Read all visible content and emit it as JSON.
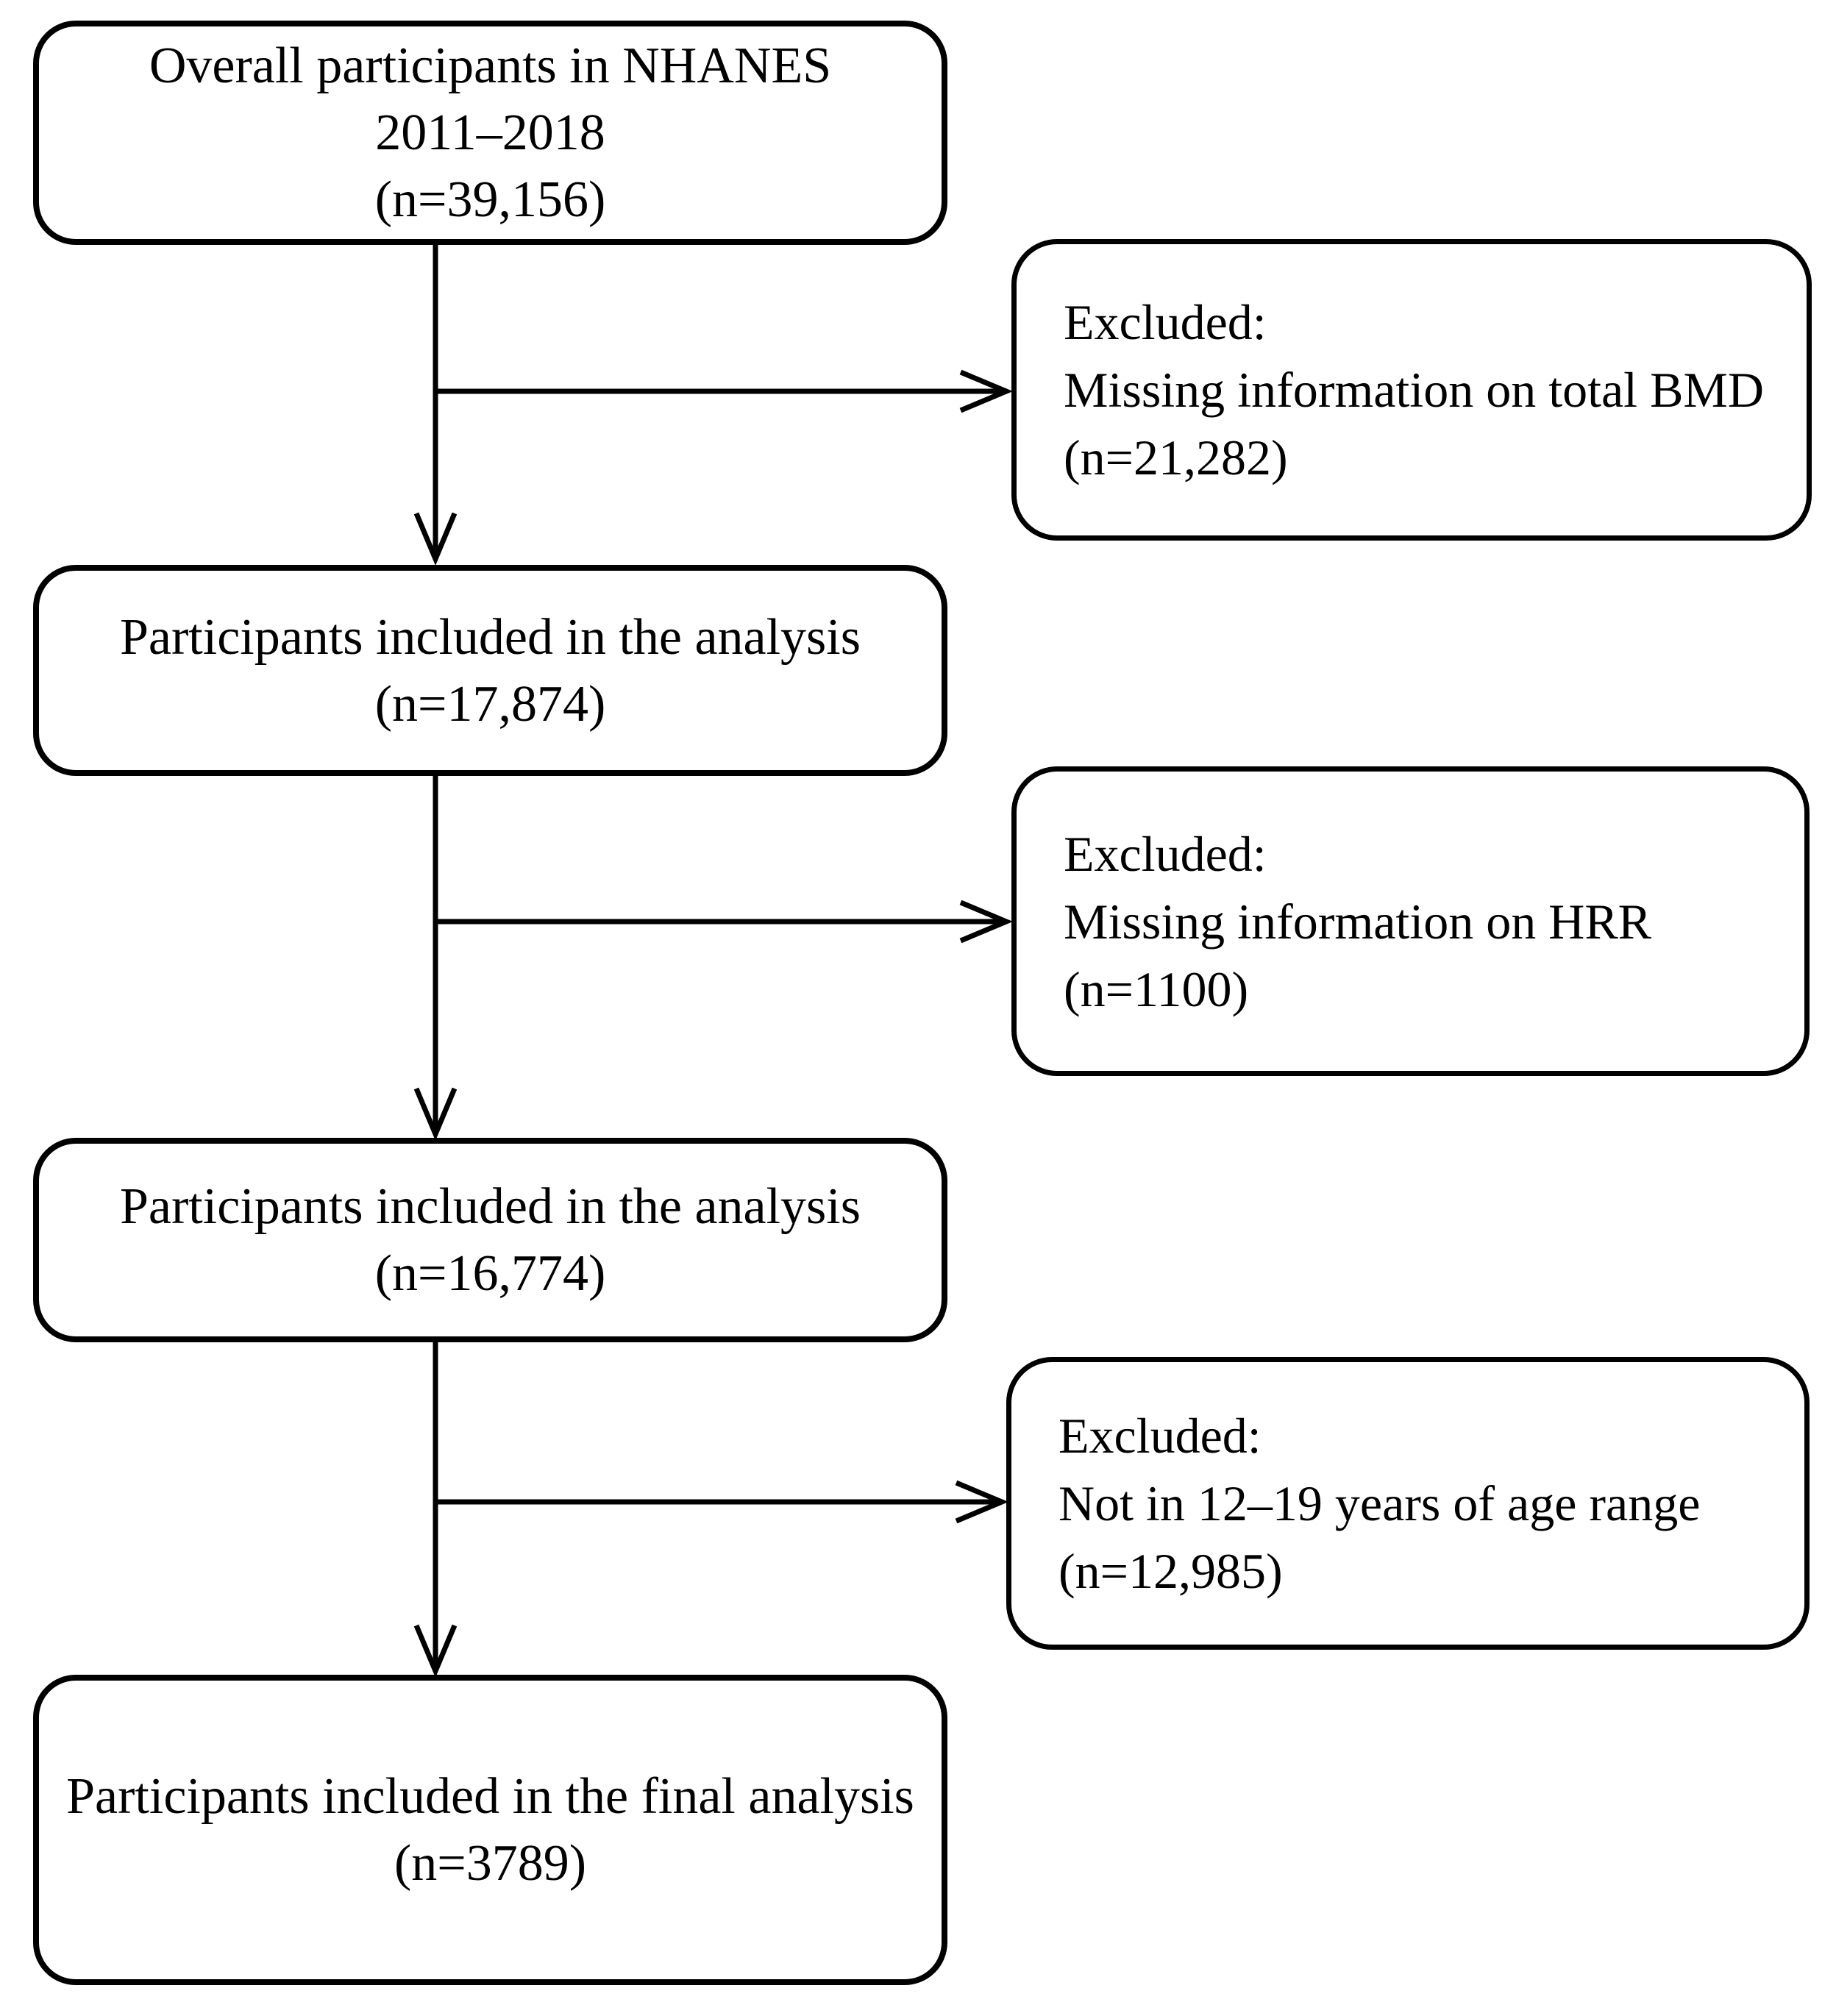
{
  "figure": {
    "kind": "participant-flow-diagram",
    "background_color": "#ffffff",
    "line_color": "#000000"
  },
  "boxes": {
    "main": [
      {
        "id": "overall-participants",
        "lines": [
          "Overall participants in NHANES",
          "2011–2018",
          "(n=39,156)"
        ]
      },
      {
        "id": "included-analysis-1",
        "lines": [
          "Participants included in the analysis",
          "(n=17,874)"
        ]
      },
      {
        "id": "included-analysis-2",
        "lines": [
          "Participants included in the analysis",
          "(n=16,774)"
        ]
      },
      {
        "id": "final-analysis",
        "lines": [
          "Participants included in the final analysis",
          "(n=3789)"
        ]
      }
    ],
    "excluded": [
      {
        "id": "excluded-bmd",
        "lines": [
          "Excluded:",
          "Missing information on total BMD",
          "(n=21,282)"
        ]
      },
      {
        "id": "excluded-hrr",
        "lines": [
          "Excluded:",
          "Missing information on HRR",
          "(n=1100)"
        ]
      },
      {
        "id": "excluded-age",
        "lines": [
          "Excluded:",
          "Not in 12–19 years of age range",
          "(n=12,985)"
        ]
      }
    ]
  }
}
